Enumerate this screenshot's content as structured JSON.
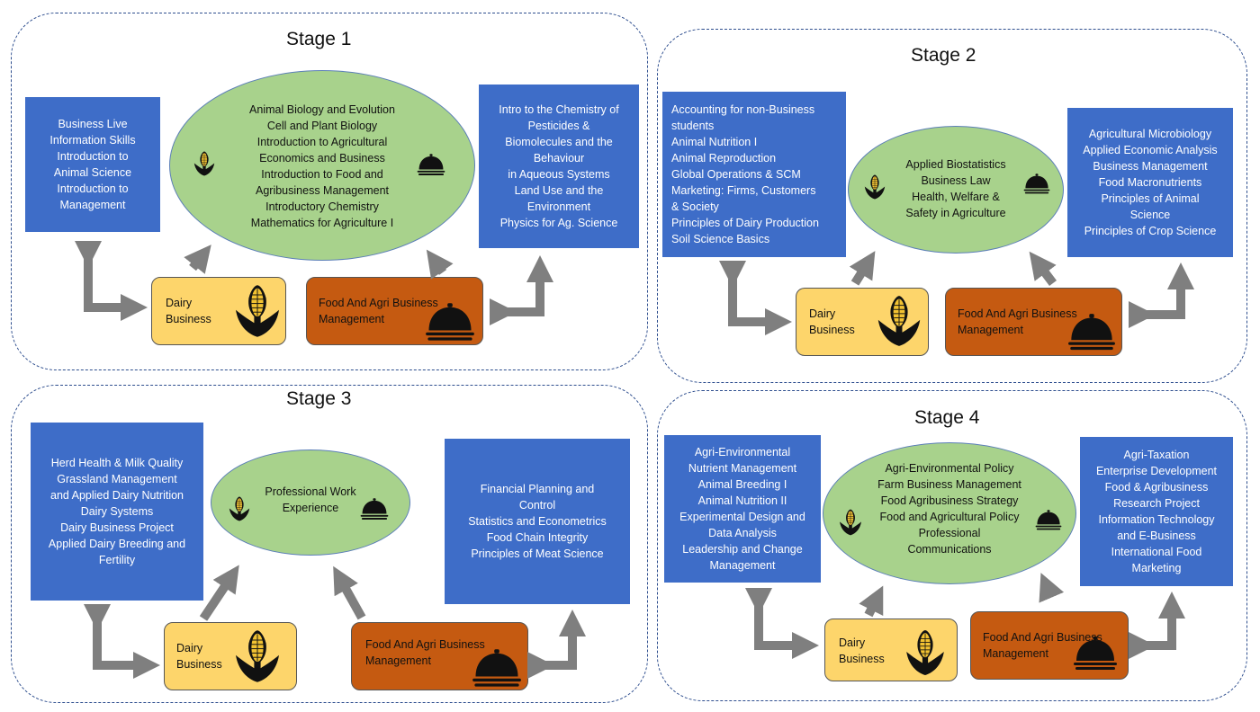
{
  "stages": [
    {
      "title": "Stage 1",
      "left_modules": [
        "Business Live",
        "Information Skills",
        "Introduction to",
        "Animal Science",
        "Introduction to",
        "Management"
      ],
      "core_modules": [
        "Animal Biology and Evolution",
        "Cell and Plant Biology",
        "Introduction to Agricultural",
        "Economics and Business",
        "Introduction to Food and",
        "Agribusiness Management",
        "Introductory Chemistry",
        "Mathematics for Agriculture I"
      ],
      "right_modules": [
        "Intro to the Chemistry of",
        "Pesticides &",
        "Biomolecules and the",
        "Behaviour",
        "in Aqueous Systems",
        "Land Use and the",
        "Environment",
        "Physics for Ag. Science"
      ],
      "dairy_label": [
        "Dairy",
        "Business"
      ],
      "food_label": [
        "Food And Agri Business",
        "Management"
      ]
    },
    {
      "title": "Stage 2",
      "left_modules": [
        "Accounting for non-Business",
        "students",
        "Animal Nutrition I",
        "Animal Reproduction",
        "Global Operations & SCM",
        "Marketing: Firms, Customers",
        "& Society",
        "Principles of Dairy Production",
        "Soil Science Basics"
      ],
      "core_modules": [
        "Applied Biostatistics",
        "Business Law",
        "Health, Welfare &",
        "Safety in Agriculture"
      ],
      "right_modules": [
        "Agricultural Microbiology",
        "Applied Economic Analysis",
        "Business Management",
        "Food Macronutrients",
        "Principles of Animal",
        "Science",
        "Principles of Crop Science"
      ],
      "dairy_label": [
        "Dairy",
        "Business"
      ],
      "food_label": [
        "Food And Agri Business",
        "Management"
      ]
    },
    {
      "title": "Stage 3",
      "left_modules": [
        "Herd Health & Milk Quality",
        "Grassland Management",
        "and Applied Dairy Nutrition",
        "Dairy Systems",
        "Dairy Business Project",
        "Applied Dairy Breeding and",
        "Fertility"
      ],
      "core_modules": [
        "Professional Work",
        "Experience"
      ],
      "right_modules": [
        "Financial Planning and",
        "Control",
        "Statistics and Econometrics",
        "Food Chain Integrity",
        "Principles of Meat Science"
      ],
      "dairy_label": [
        "Dairy",
        "Business"
      ],
      "food_label": [
        "Food And Agri Business",
        "Management"
      ]
    },
    {
      "title": "Stage 4",
      "left_modules": [
        "Agri-Environmental",
        "Nutrient Management",
        "Animal Breeding I",
        "Animal Nutrition II",
        "Experimental Design and",
        "Data Analysis",
        "Leadership and Change",
        "Management"
      ],
      "core_modules": [
        "Agri-Environmental Policy",
        "Farm Business Management",
        "Food Agribusiness Strategy",
        "Food and Agricultural Policy",
        "Professional",
        "Communications"
      ],
      "right_modules": [
        "Agri-Taxation",
        "Enterprise Development",
        "Food & Agribusiness",
        "Research Project",
        "Information Technology",
        "and E-Business",
        "International Food",
        "Marketing"
      ],
      "dairy_label": [
        "Dairy",
        "Business"
      ],
      "food_label": [
        "Food And Agri Business",
        "Management"
      ]
    }
  ],
  "icons": {
    "dairy": "corn-icon",
    "food": "cloche-icon"
  },
  "colors": {
    "module_box": "#3e6dc8",
    "core_ellipse": "#a8d28c",
    "dairy_box": "#fdd56b",
    "food_box": "#c55a11",
    "arrow": "#7f7f7f"
  }
}
